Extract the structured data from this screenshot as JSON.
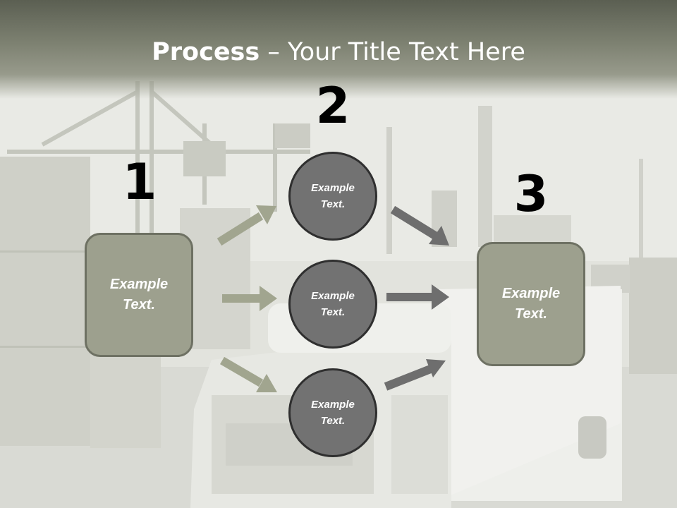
{
  "title": {
    "bold": "Process",
    "rest": " – Your Title Text Here"
  },
  "steps": {
    "one": {
      "number": "1",
      "text": "Example Text."
    },
    "two": {
      "number": "2"
    },
    "three": {
      "number": "3",
      "text": "Example Text."
    }
  },
  "circles": [
    {
      "text": "Example Text."
    },
    {
      "text": "Example Text."
    },
    {
      "text": "Example Text."
    }
  ],
  "colors": {
    "left_arrows": "#a1a58f",
    "right_arrows": "#6e6e6e",
    "box_fill": "#9da08e",
    "circle_fill": "#727272"
  }
}
